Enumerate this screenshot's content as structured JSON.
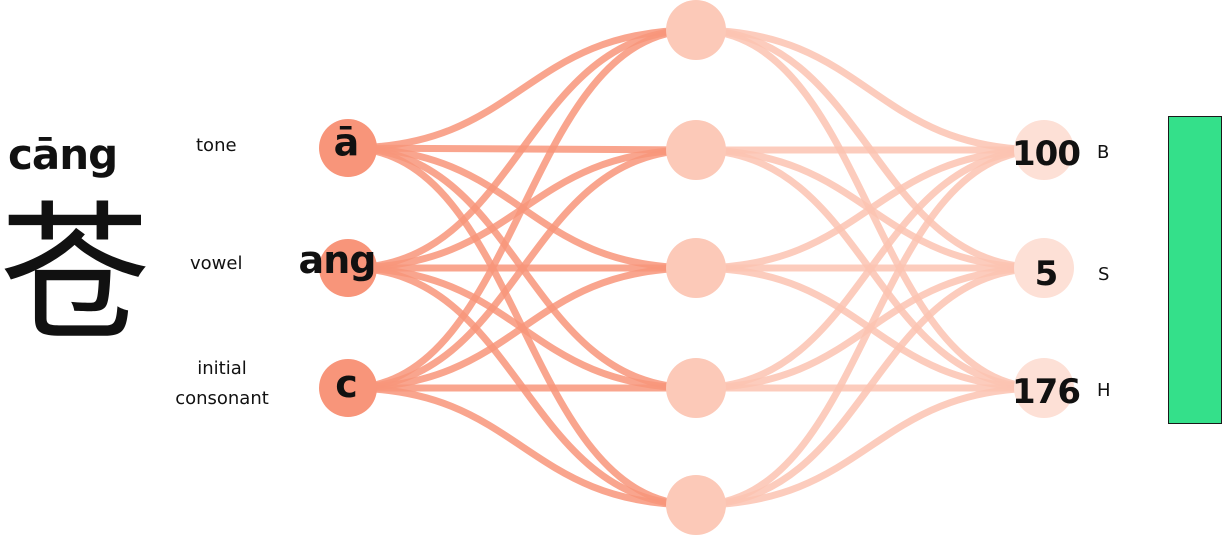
{
  "character": {
    "pinyin": "cāng",
    "hanzi": "苍"
  },
  "input_labels": {
    "tone": "tone",
    "vowel": "vowel",
    "initial": "initial consonant"
  },
  "input_nodes": {
    "tone": "ā",
    "vowel": "ang",
    "initial": "c"
  },
  "output_nodes": [
    {
      "value": "100",
      "label": "B"
    },
    {
      "value": "5",
      "label": "S"
    },
    {
      "value": "176",
      "label": "H"
    }
  ],
  "colors": {
    "input_node": "#f8957a",
    "hidden_node": "#fcc9b8",
    "output_node": "#fde0d6",
    "edge_strong": "#f8957a",
    "edge_light": "#fcc3b1",
    "result_swatch": "#34e08a"
  }
}
